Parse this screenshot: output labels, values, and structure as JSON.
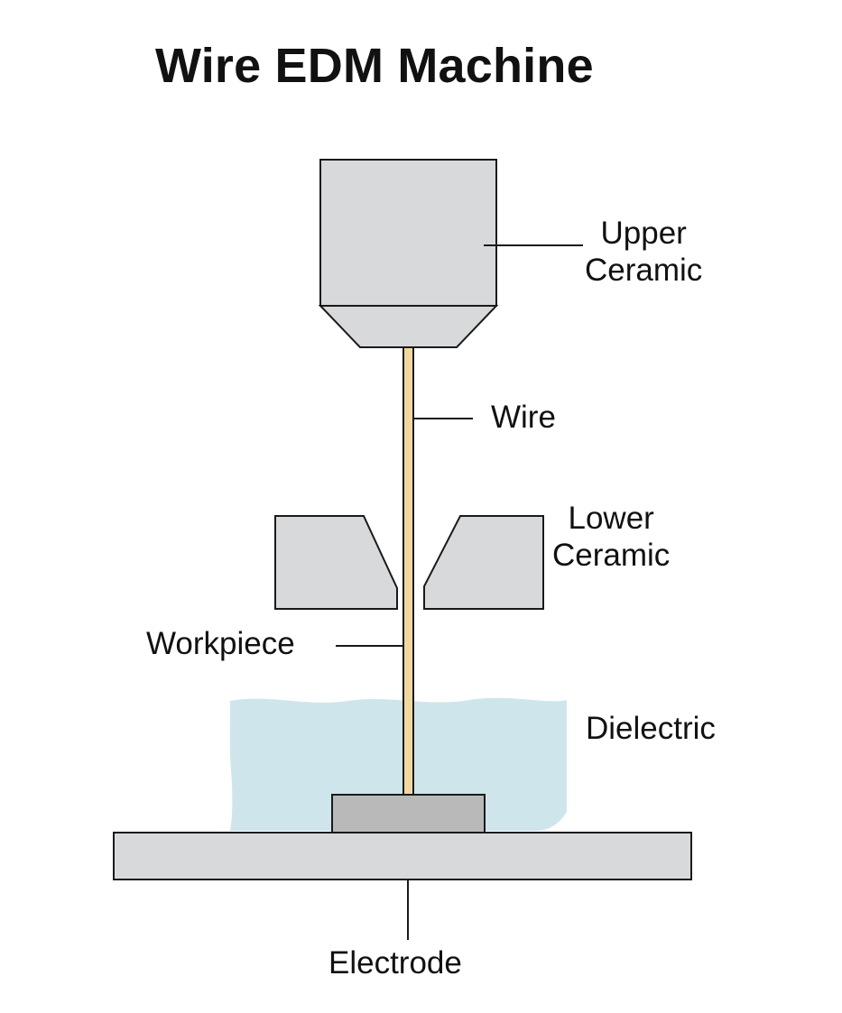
{
  "title": "Wire EDM Machine",
  "labels": {
    "upper_ceramic": [
      "Upper",
      "Ceramic"
    ],
    "wire": "Wire",
    "lower_ceramic": [
      "Lower",
      "Ceramic"
    ],
    "workpiece": "Workpiece",
    "dielectric": "Dielectric",
    "electrode": "Electrode"
  },
  "colors": {
    "ceramic_fill": "#d8d9db",
    "wire_fill": "#f1d7a0",
    "dielectric_fill": "#cfe5ec",
    "electrode_block_fill": "#b9b9b9",
    "base_fill": "#d8d9db",
    "line": "#1a1a1a"
  }
}
